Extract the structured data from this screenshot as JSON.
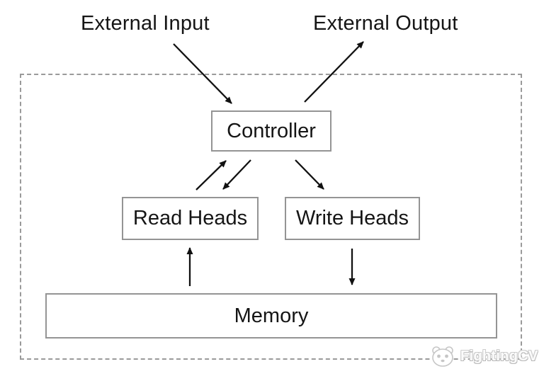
{
  "external_labels": {
    "input": "External Input",
    "output": "External Output"
  },
  "nodes": {
    "controller": {
      "label": "Controller"
    },
    "read_heads": {
      "label": "Read Heads"
    },
    "write_heads": {
      "label": "Write Heads"
    },
    "memory": {
      "label": "Memory"
    }
  },
  "edges": [
    {
      "from": "external-input",
      "to": "controller"
    },
    {
      "from": "controller",
      "to": "external-output"
    },
    {
      "from": "read-heads",
      "to": "controller"
    },
    {
      "from": "controller",
      "to": "read-heads"
    },
    {
      "from": "controller",
      "to": "write-heads"
    },
    {
      "from": "memory",
      "to": "read-heads"
    },
    {
      "from": "write-heads",
      "to": "memory"
    }
  ],
  "watermark": {
    "label": "FightingCV",
    "icon": "panda-logo-icon"
  },
  "colors": {
    "background": "#ffffff",
    "text": "#151515",
    "box_border": "#949494",
    "dashed_border": "#9a9a9a",
    "arrow": "#111111",
    "watermark_text": "#fbfbfb",
    "watermark_outline": "#c0c0c0"
  }
}
